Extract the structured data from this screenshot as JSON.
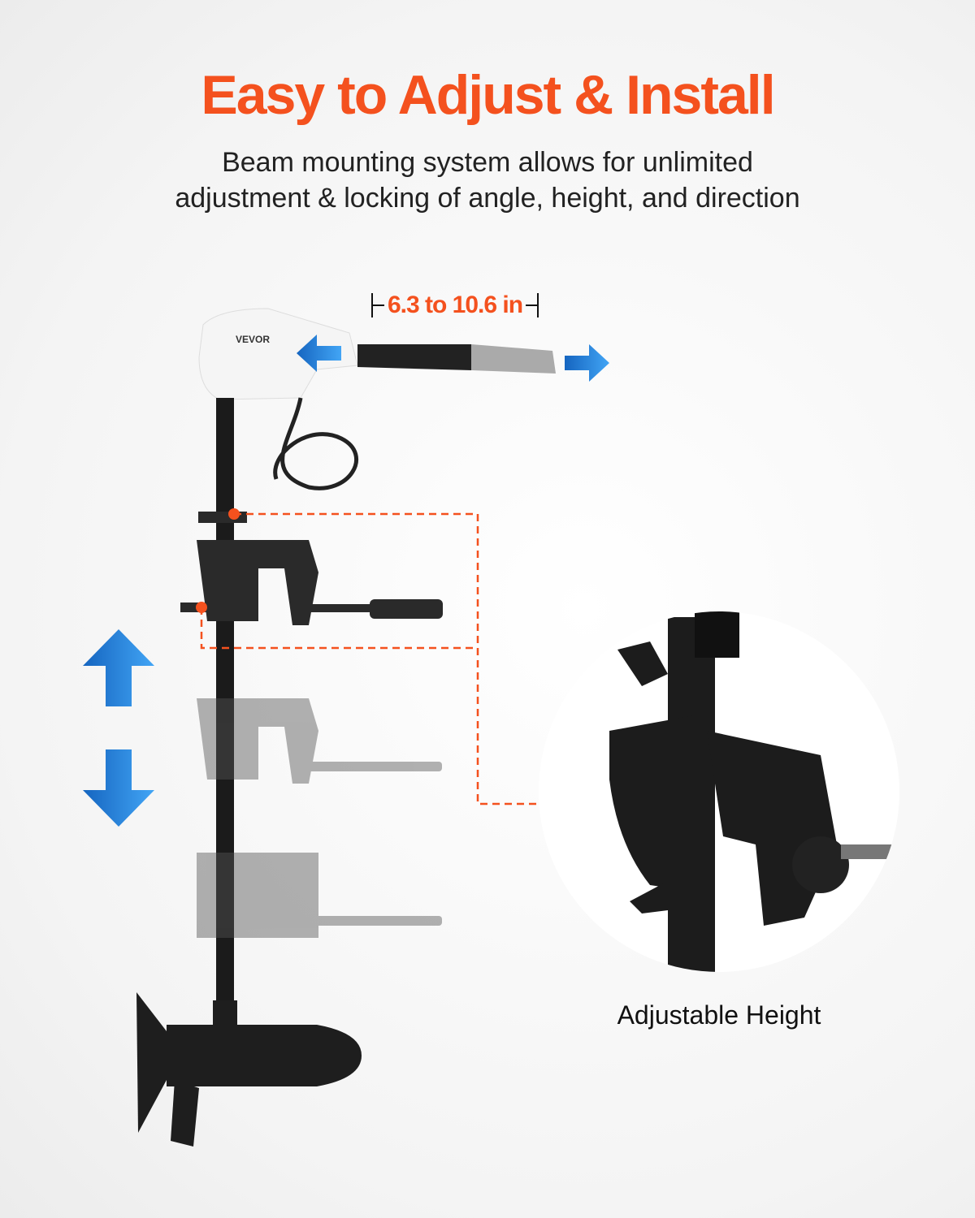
{
  "header": {
    "title": "Easy to Adjust & Install",
    "subtitle_line1": "Beam mounting system allows for unlimited",
    "subtitle_line2": "adjustment & locking of angle, height, and direction"
  },
  "product": {
    "brand_logo": "VEVOR",
    "handle_length_label": "6.3 to 10.6 in"
  },
  "detail": {
    "caption": "Adjustable Height"
  },
  "colors": {
    "accent": "#f4511e",
    "arrow": "#1e88e5",
    "product": "#1a1a1a"
  },
  "icons": [
    "arrow-left-icon",
    "arrow-right-icon",
    "arrow-up-icon",
    "arrow-down-icon"
  ]
}
